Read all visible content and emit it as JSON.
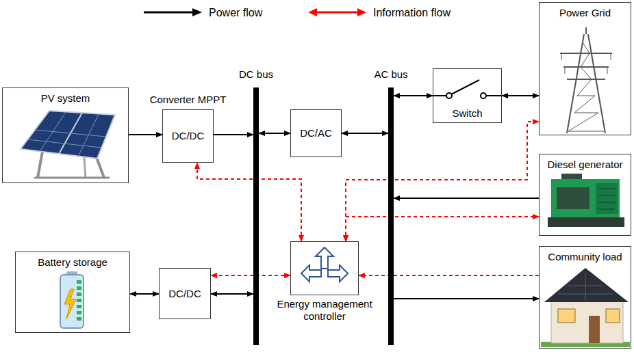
{
  "diagram": {
    "nodes": [
      {
        "text": [
          "PV system"
        ]
      },
      {
        "text": [
          "Converter MPPT",
          "DC/DC"
        ]
      },
      {
        "text": [
          "DC bus"
        ]
      },
      {
        "text": [
          "DC/AC"
        ]
      },
      {
        "text": [
          "AC bus"
        ]
      },
      {
        "text": [
          "Switch"
        ]
      },
      {
        "text": [
          "Power Grid"
        ]
      },
      {
        "text": [
          "Diesel generator"
        ]
      },
      {
        "text": [
          "Community load"
        ]
      },
      {
        "text": [
          "Battery storage"
        ]
      },
      {
        "text": [
          "DC/DC"
        ]
      },
      {
        "text": [
          "Energy management controller"
        ]
      }
    ],
    "edges": [
      {
        "from": 0,
        "to": 1,
        "arrow": "to"
      },
      {
        "from": 1,
        "to": 2,
        "arrow": "to"
      },
      {
        "from": 2,
        "to": 3,
        "arrow": "both"
      },
      {
        "from": 3,
        "to": 4,
        "arrow": "both"
      },
      {
        "from": 4,
        "to": 5,
        "arrow": "both"
      },
      {
        "from": 5,
        "to": 6,
        "arrow": "both"
      },
      {
        "from": 7,
        "to": 4,
        "arrow": "to"
      },
      {
        "from": 4,
        "to": 8,
        "arrow": "to"
      },
      {
        "from": 9,
        "to": 10,
        "arrow": "both"
      },
      {
        "from": 10,
        "to": 2,
        "arrow": "both"
      },
      {
        "from": 11,
        "to": 1,
        "arrow": "both"
      },
      {
        "from": 11,
        "to": 6,
        "arrow": "both"
      },
      {
        "from": 11,
        "to": 7,
        "arrow": "both"
      },
      {
        "from": 11,
        "to": 10,
        "arrow": "both"
      },
      {
        "from": 8,
        "to": 11,
        "arrow": "to"
      }
    ],
    "legend": [
      {
        "text": "Power flow"
      },
      {
        "text": "Information flow"
      }
    ]
  }
}
